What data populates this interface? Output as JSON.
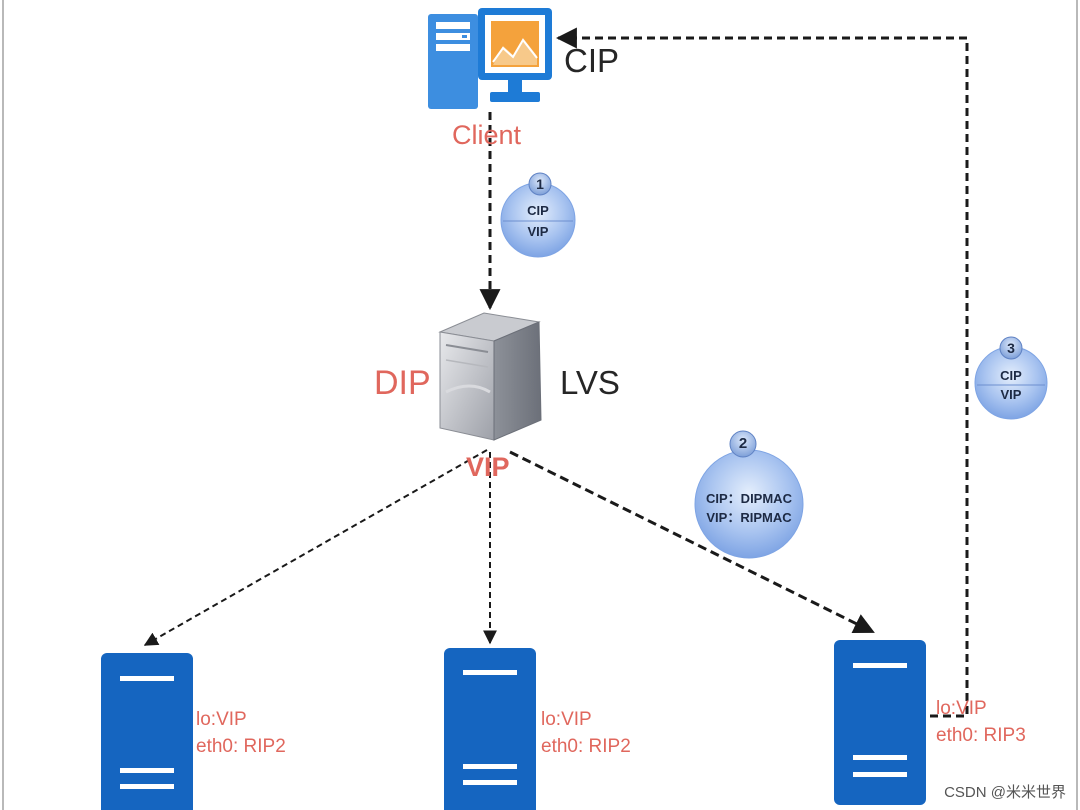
{
  "client": {
    "name": "Client",
    "ip_label": "CIP"
  },
  "lvs": {
    "name": "LVS",
    "dip_label": "DIP",
    "vip_label": "VIP"
  },
  "steps": [
    {
      "number": "1",
      "lines": [
        "CIP",
        "VIP"
      ]
    },
    {
      "number": "2",
      "lines": [
        "CIP：DIPMAC",
        "VIP：RIPMAC"
      ]
    },
    {
      "number": "3",
      "lines": [
        "CIP",
        "VIP"
      ]
    }
  ],
  "real_servers": [
    {
      "lo": "lo:VIP",
      "eth0": "eth0: RIP2"
    },
    {
      "lo": "lo:VIP",
      "eth0": "eth0: RIP2"
    },
    {
      "lo": "lo:VIP",
      "eth0": "eth0: RIP3"
    }
  ],
  "watermark": "CSDN @米米世界",
  "colors": {
    "arrow": "#1a1a1a",
    "label_red": "#e0675d",
    "server_blue": "#1565c0",
    "bubble_blue": "#8fb2ea"
  }
}
